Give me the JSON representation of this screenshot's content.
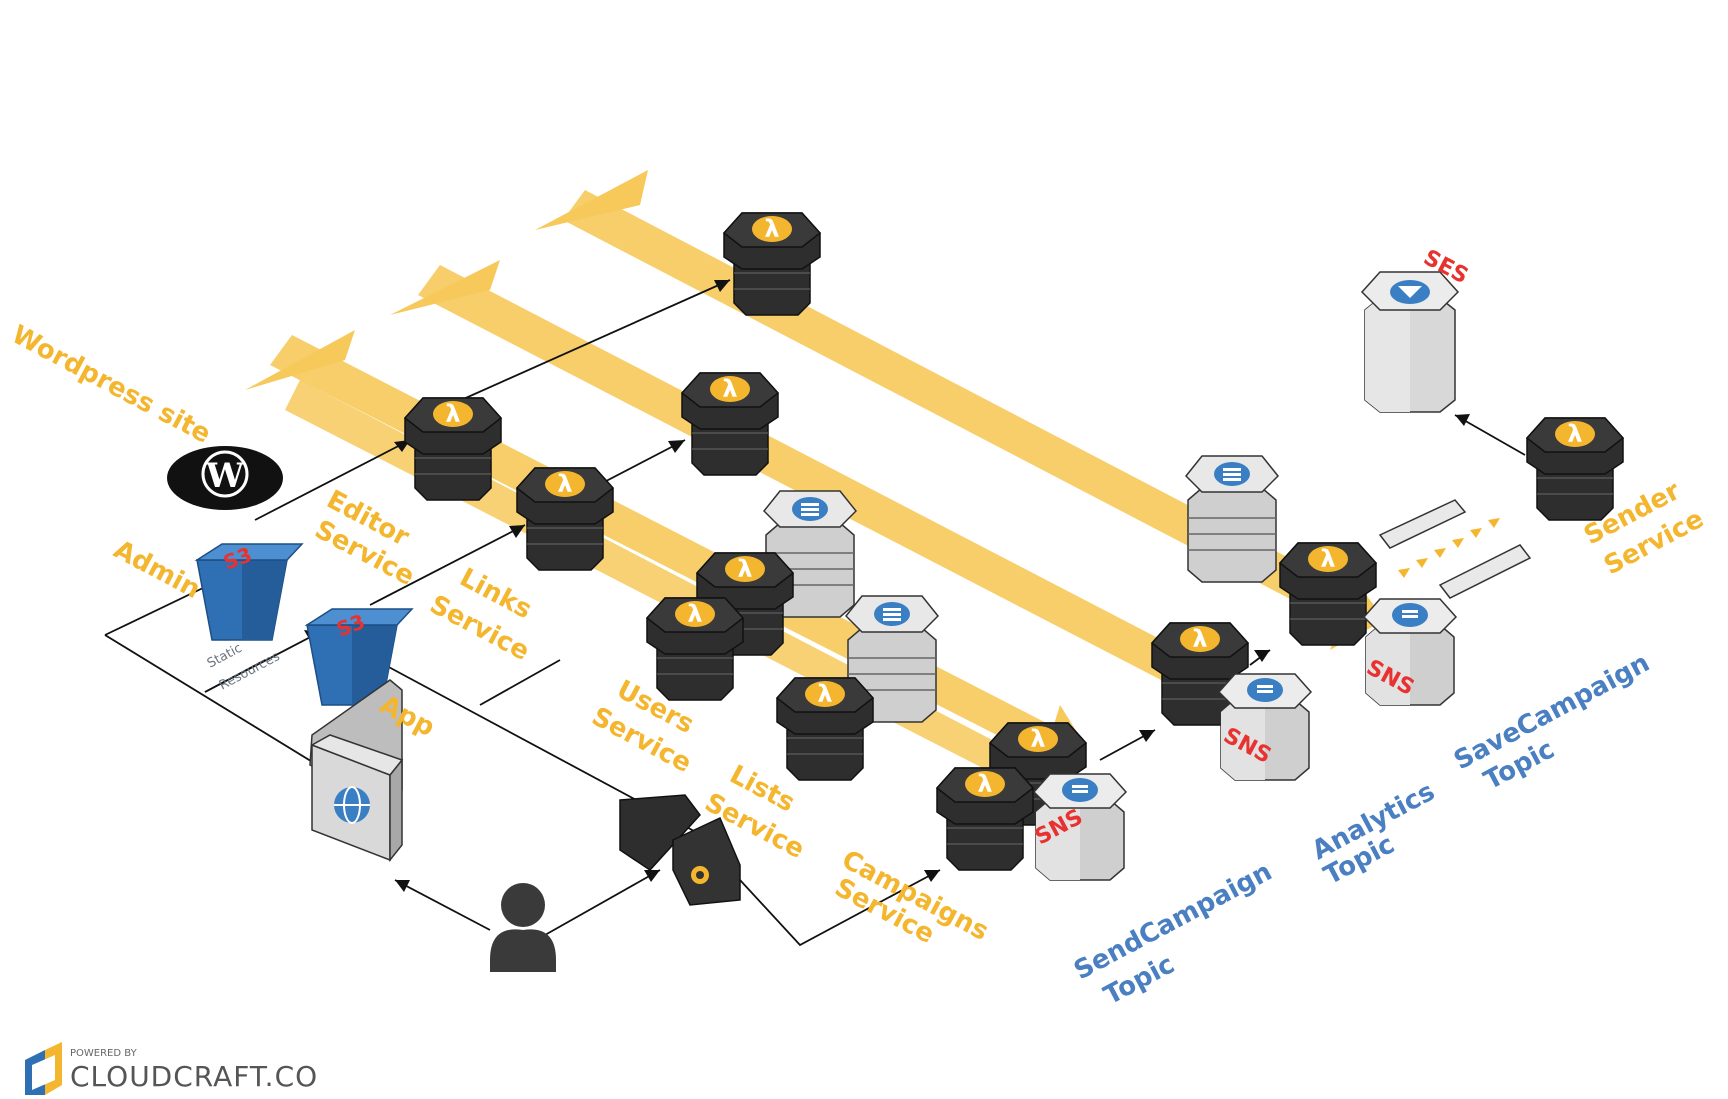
{
  "labels": {
    "wordpress": "Wordpress site",
    "admin": "Admin",
    "app": "App",
    "static_resources": [
      "Static",
      "Resources"
    ],
    "editor_service": [
      "Editor",
      "Service"
    ],
    "links_service": [
      "Links",
      "Service"
    ],
    "users_service": [
      "Users",
      "Service"
    ],
    "lists_service": [
      "Lists",
      "Service"
    ],
    "campaigns_service": [
      "Campaigns",
      "Service"
    ],
    "sender_service": [
      "Sender",
      "Service"
    ],
    "send_campaign_topic": [
      "SendCampaign",
      "Topic"
    ],
    "analytics_topic": [
      "Analytics",
      "Topic"
    ],
    "save_campaign_topic": [
      "SaveCampaign",
      "Topic"
    ],
    "ses": "SES",
    "sns": "SNS",
    "s3": "S3"
  },
  "footer": {
    "powered_by": "POWERED BY",
    "brand": "CLOUDCRAFT.CO"
  },
  "colors": {
    "band": "#f6c95a",
    "lambda_dark": "#2e2e2e",
    "lambda_accent": "#f4b62e",
    "s3_blue": "#2f6fb3",
    "grey_node": "#d8d8d8",
    "orange_text": "#f4b62e",
    "blue_text": "#4a7fc1",
    "red_text": "#e8322f"
  },
  "icons": [
    "lambda-icon",
    "dynamodb-icon",
    "sns-icon",
    "ses-icon",
    "s3-icon",
    "wordpress-icon",
    "user-icon",
    "cloudfront-icon",
    "api-gateway-icon",
    "cloudcraft-logo-icon"
  ]
}
